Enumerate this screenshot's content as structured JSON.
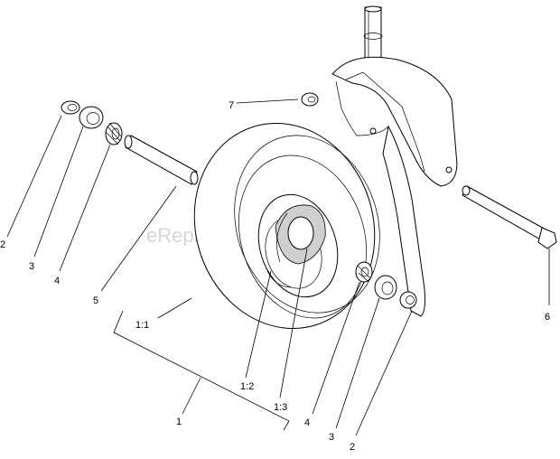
{
  "watermark": "eReplacementParts.com",
  "callouts": {
    "c2_left": "2",
    "c3_left": "3",
    "c4_left": "4",
    "c5": "5",
    "c7": "7",
    "c6": "6",
    "c1_1": "1:1",
    "c1_2": "1:2",
    "c1_3": "1:3",
    "c1": "1",
    "c4_right": "4",
    "c3_right": "3",
    "c2_right": "2"
  }
}
